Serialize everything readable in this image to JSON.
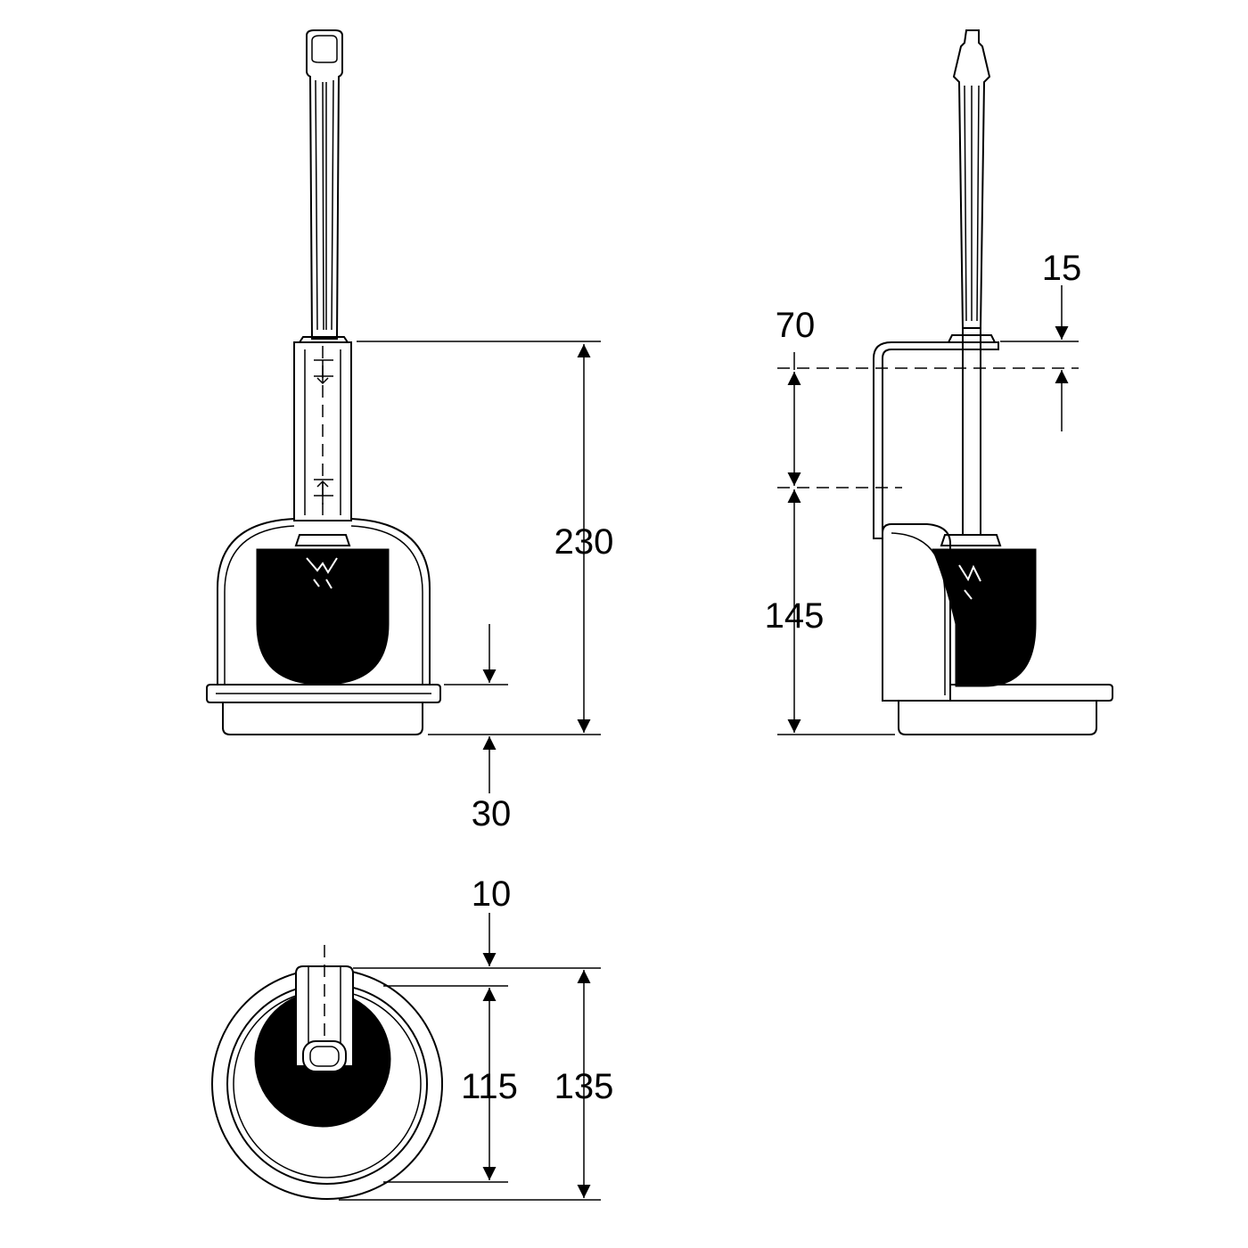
{
  "colors": {
    "ink": "#000000",
    "paper": "#ffffff"
  },
  "views": {
    "front": {
      "dimensions": {
        "total_height": "230",
        "base_height": "30"
      }
    },
    "side": {
      "dimensions": {
        "handle_offset": "15",
        "mount_spacing": "70",
        "mount_height": "145"
      }
    },
    "top": {
      "dimensions": {
        "bracket_depth": "10",
        "inner_diameter": "115",
        "outer_diameter": "135"
      }
    }
  }
}
